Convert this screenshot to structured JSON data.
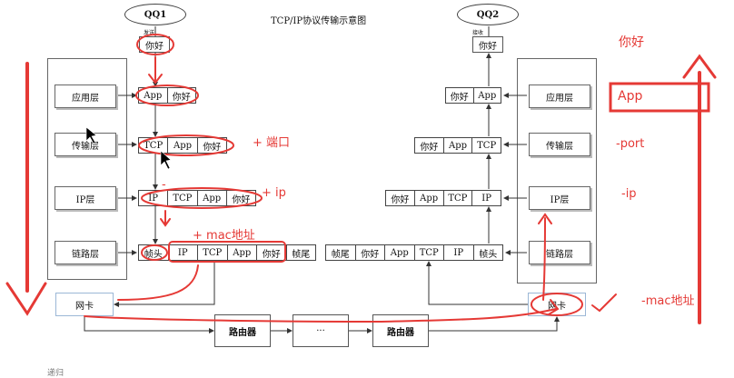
{
  "diagram": {
    "title": "TCP/IP协议传输示意图",
    "hosts": {
      "left": "QQ1",
      "right": "QQ2"
    },
    "send_label": "发送",
    "recv_label": "接收",
    "message": "你好",
    "layers": {
      "application": "应用层",
      "transport": "传输层",
      "ip": "IP层",
      "link": "链路层"
    },
    "fields": {
      "app": "App",
      "msg": "你好",
      "tcp": "TCP",
      "ip": "IP",
      "frame_head": "帧头",
      "frame_tail": "帧尾"
    },
    "nic": "网卡",
    "routers": [
      "路由器",
      "···",
      "路由器"
    ]
  },
  "annotations": {
    "port": "+ 端口",
    "ip": "+ ip",
    "mac": "+ mac地址",
    "minus": "-",
    "right_msg": "你好",
    "right_app": "App",
    "right_port": "-port",
    "right_ip": "-ip",
    "right_mac": "-mac地址",
    "bottom_note": "递归"
  },
  "colors": {
    "annotation": "#e53935",
    "nic_border": "#9bb7d6"
  }
}
